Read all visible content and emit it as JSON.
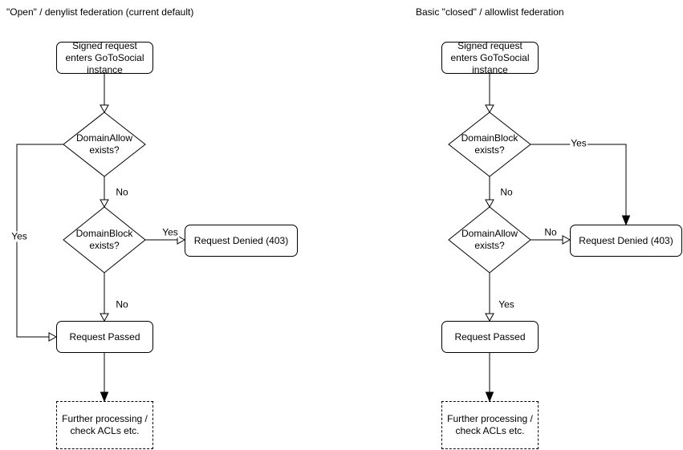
{
  "flows": {
    "left": {
      "title": "\"Open\" / denylist federation (current default)",
      "start": "Signed request enters GoToSocial instance",
      "decision1": "DomainAllow exists?",
      "decision1_yes": "Yes",
      "decision1_no": "No",
      "decision2": "DomainBlock exists?",
      "decision2_yes": "Yes",
      "decision2_no": "No",
      "denied": "Request Denied (403)",
      "passed": "Request Passed",
      "further": "Further processing / check ACLs etc."
    },
    "right": {
      "title": "Basic \"closed\" / allowlist federation",
      "start": "Signed request enters GoToSocial instance",
      "decision1": "DomainBlock exists?",
      "decision1_yes": "Yes",
      "decision1_no": "No",
      "decision2": "DomainAllow exists?",
      "decision2_no": "No",
      "decision2_yes": "Yes",
      "denied": "Request Denied (403)",
      "passed": "Request Passed",
      "further": "Further processing / check ACLs etc."
    }
  },
  "colors": {
    "stroke": "#000000",
    "shape_fill": "#ffffff",
    "text": "#000000",
    "background": "#ffffff"
  }
}
